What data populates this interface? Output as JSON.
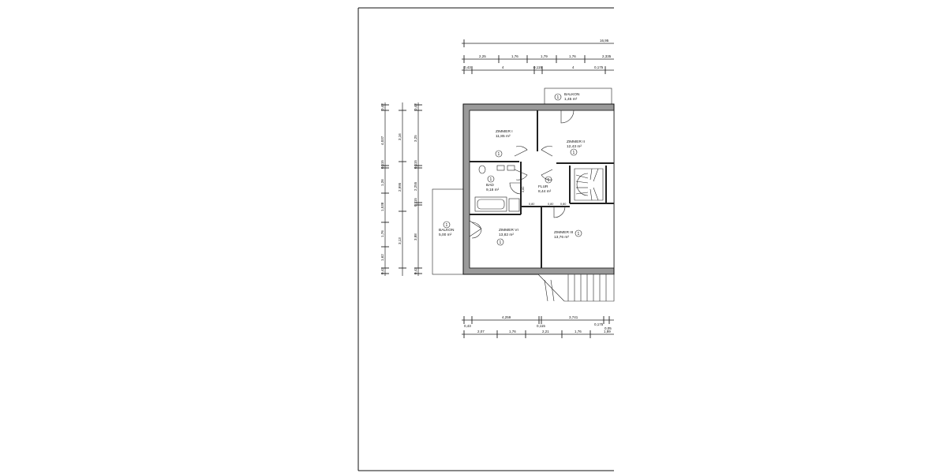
{
  "drawing": {
    "dimensions_top": {
      "overall": "16,95",
      "row2": [
        "2,25",
        "1,76",
        "1,79",
        "1,76",
        "2,335"
      ],
      "row3": [
        "0,43",
        "4",
        "0,115",
        "4",
        "0,175"
      ]
    },
    "dimensions_bottom": {
      "row1": [
        "0,43",
        "4,259",
        "0,115",
        "3,741",
        "0,175",
        "0,05"
      ],
      "row2": [
        "2,07",
        "1,76",
        "2,21",
        "1,76",
        "1,89"
      ]
    },
    "dimensions_left": {
      "outer": [
        "0,43",
        "4,037",
        "0,115",
        "1,26",
        "1,538",
        "1,76",
        "1,62",
        "0,43"
      ],
      "middle": [
        "3,16",
        "2,995",
        "3,13"
      ],
      "inner": [
        "0,43",
        "3,25",
        "0,115",
        "2,255",
        "0,115",
        "3,88",
        "0,43"
      ]
    },
    "rooms": [
      {
        "marker": "1",
        "name": "ZIMMER I",
        "area": "11,85 m²"
      },
      {
        "marker": "1",
        "name": "ZIMMER II",
        "area": "12,43 m²"
      },
      {
        "marker": "1",
        "name": "BAD",
        "area": "9,18 m²"
      },
      {
        "marker": "1",
        "name": "FLUR",
        "area": "8,44 m²"
      },
      {
        "marker": "1",
        "name": "ZIMMER VI",
        "area": "13,82 m²"
      },
      {
        "marker": "1",
        "name": "ZIMMER III",
        "area": "13,76 m²"
      },
      {
        "marker": "1",
        "name": "BALKON",
        "area": "5,00 m²"
      },
      {
        "marker": "1",
        "name": "BALKON",
        "area": "1,45 m²"
      }
    ],
    "door_labels": [
      "0,80",
      "0,80",
      "0,80",
      "0,80"
    ]
  }
}
